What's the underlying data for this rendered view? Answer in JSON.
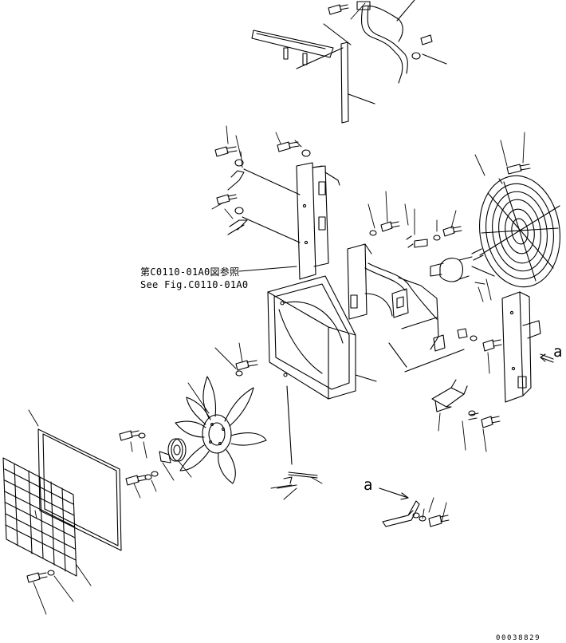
{
  "diagram": {
    "reference_note": {
      "japanese": "第C0110-01A0図参照",
      "english": "See Fig.C0110-01A0"
    },
    "view_marks": [
      "a",
      "a"
    ],
    "drawing_code": "00038829"
  }
}
